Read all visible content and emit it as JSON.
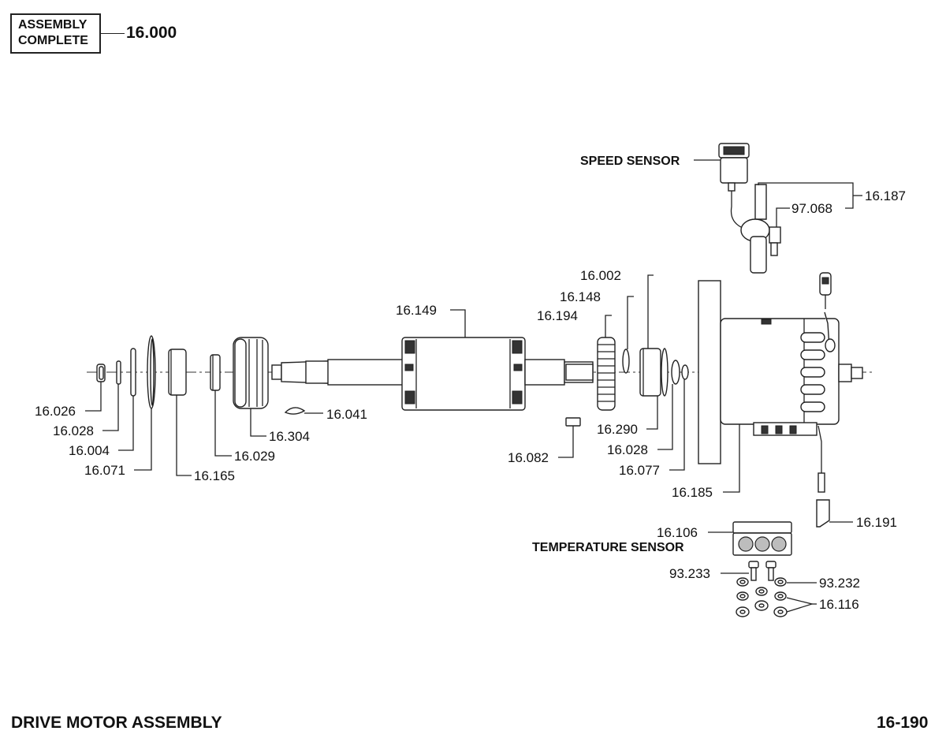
{
  "assembly": {
    "box_line1": "ASSEMBLY",
    "box_line2": "COMPLETE",
    "number": "16.000"
  },
  "footer": {
    "title": "DRIVE MOTOR ASSEMBLY",
    "page": "16-190"
  },
  "callouts": {
    "speed_sensor": "SPEED SENSOR",
    "temperature_sensor": "TEMPERATURE SENSOR",
    "p16_187": "16.187",
    "p97_068": "97.068",
    "p16_002": "16.002",
    "p16_148": "16.148",
    "p16_194": "16.194",
    "p16_149": "16.149",
    "p16_026": "16.026",
    "p16_028_left": "16.028",
    "p16_004": "16.004",
    "p16_071": "16.071",
    "p16_165": "16.165",
    "p16_029": "16.029",
    "p16_304": "16.304",
    "p16_041": "16.041",
    "p16_082": "16.082",
    "p16_290": "16.290",
    "p16_028_right": "16.028",
    "p16_077": "16.077",
    "p16_185": "16.185",
    "p16_191": "16.191",
    "p16_106": "16.106",
    "p93_233": "93.233",
    "p93_232": "93.232",
    "p16_116": "16.116"
  }
}
